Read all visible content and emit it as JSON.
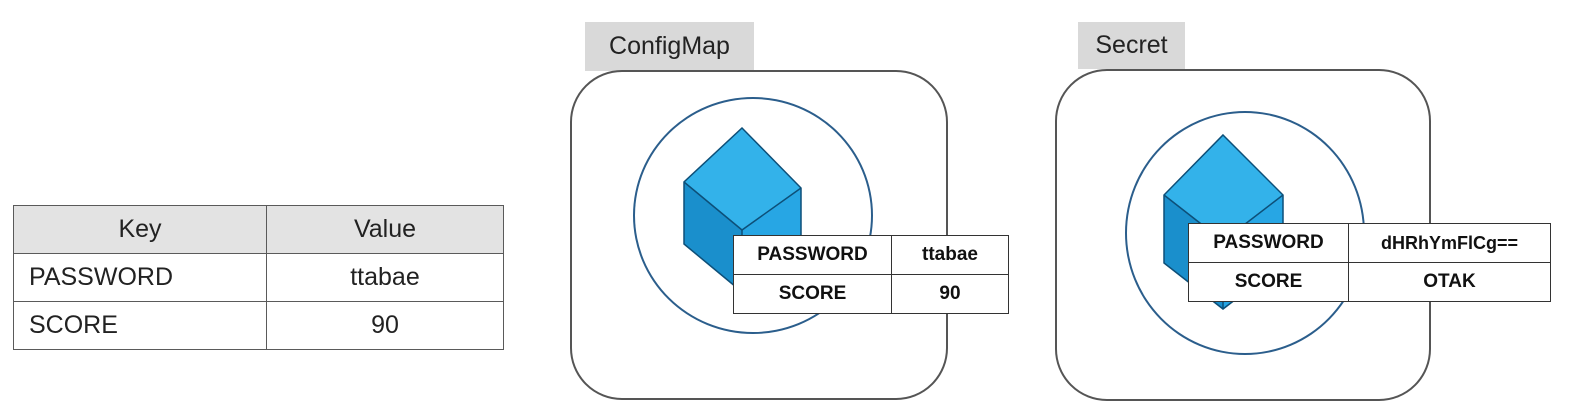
{
  "legend_table": {
    "headers": {
      "key": "Key",
      "value": "Value"
    },
    "rows": [
      {
        "key": "PASSWORD",
        "value": "ttabae"
      },
      {
        "key": "SCORE",
        "value": "90"
      }
    ]
  },
  "configmap": {
    "label": "ConfigMap",
    "rows": [
      {
        "key": "PASSWORD",
        "value": "ttabae"
      },
      {
        "key": "SCORE",
        "value": "90"
      }
    ]
  },
  "secret": {
    "label": "Secret",
    "rows": [
      {
        "key": "PASSWORD",
        "value": "dHRhYmFlCg=="
      },
      {
        "key": "SCORE",
        "value": "OTAK"
      }
    ]
  },
  "colors": {
    "cube_top": "#33b2ea",
    "cube_left": "#1a8fcc",
    "cube_right": "#27a6e4",
    "orbit": "#2b5e8c",
    "tab_background": "#d9d9d9",
    "header_background": "#e3e3e3"
  }
}
